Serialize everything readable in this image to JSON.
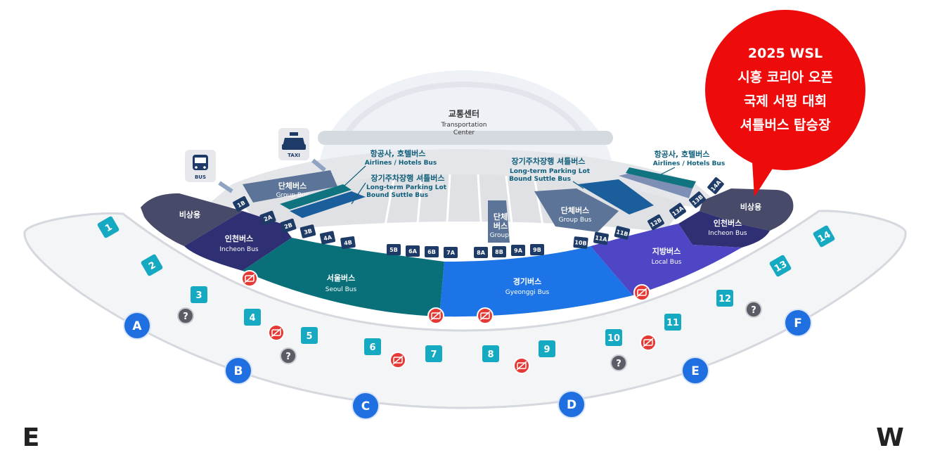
{
  "callout": {
    "line1": "2025 WSL",
    "line2": "시흥 코리아 오픈",
    "line3": "국제 서핑 대회",
    "line4": "셔틀버스 탑승장",
    "color": "#ee0b0b"
  },
  "transport_center": {
    "ko": "교통센터",
    "en1": "Transportation",
    "en2": "Center"
  },
  "icons": {
    "bus_label": "BUS",
    "taxi_label": "TAXI"
  },
  "zones": {
    "emergency_left": "비상용",
    "emergency_right": "비상용",
    "incheon_left_ko": "인천버스",
    "incheon_left_en": "Incheon Bus",
    "incheon_right_ko": "인천버스",
    "incheon_right_en": "Incheon Bus",
    "seoul_ko": "서울버스",
    "seoul_en": "Seoul Bus",
    "gyeonggi_ko": "경기버스",
    "gyeonggi_en": "Gyeonggi Bus",
    "local_ko": "지방버스",
    "local_en": "Local Bus",
    "group_left_ko": "단체버스",
    "group_left_en": "Group Bus",
    "group_mid_ko1": "단체",
    "group_mid_ko2": "버스",
    "group_mid_en": "Group Bus",
    "group_right_ko": "단체버스",
    "group_right_en": "Group Bus"
  },
  "annotations": {
    "airline_left_ko": "항공사, 호텔버스",
    "airline_left_en": "Airlines / Hotels Bus",
    "parking_left_ko": "장기주차장행 셔틀버스",
    "parking_left_en1": "Long-term Parking Lot",
    "parking_left_en2": "Bound Suttle Bus",
    "parking_right_ko": "장기주차장행 셔틀버스",
    "parking_right_en1": "Long-term Parking Lot",
    "parking_right_en2": "Bound Suttle Bus",
    "airline_right_ko": "항공사, 호텔버스",
    "airline_right_en": "Airlines / Hotels Bus"
  },
  "stops": [
    "1B",
    "2A",
    "2B",
    "3B",
    "4A",
    "4B",
    "5B",
    "6A",
    "6B",
    "7A",
    "8A",
    "8B",
    "9A",
    "9B",
    "10B",
    "11A",
    "11B",
    "12B",
    "13A",
    "13B",
    "14A"
  ],
  "gates": [
    "1",
    "2",
    "3",
    "4",
    "5",
    "6",
    "7",
    "8",
    "9",
    "10",
    "11",
    "12",
    "13",
    "14"
  ],
  "exits": [
    "A",
    "B",
    "C",
    "D",
    "E",
    "F"
  ],
  "directions": {
    "east": "E",
    "west": "W"
  },
  "colors": {
    "seoul": "#09707a",
    "gyeonggi": "#1c74e6",
    "local": "#4e46c4",
    "incheon": "#2f2f73",
    "emergency": "#474a68",
    "group": "#5c7497",
    "gate": "#16a9c2",
    "exit": "#1f6fe0",
    "navy": "#1e3a66"
  }
}
